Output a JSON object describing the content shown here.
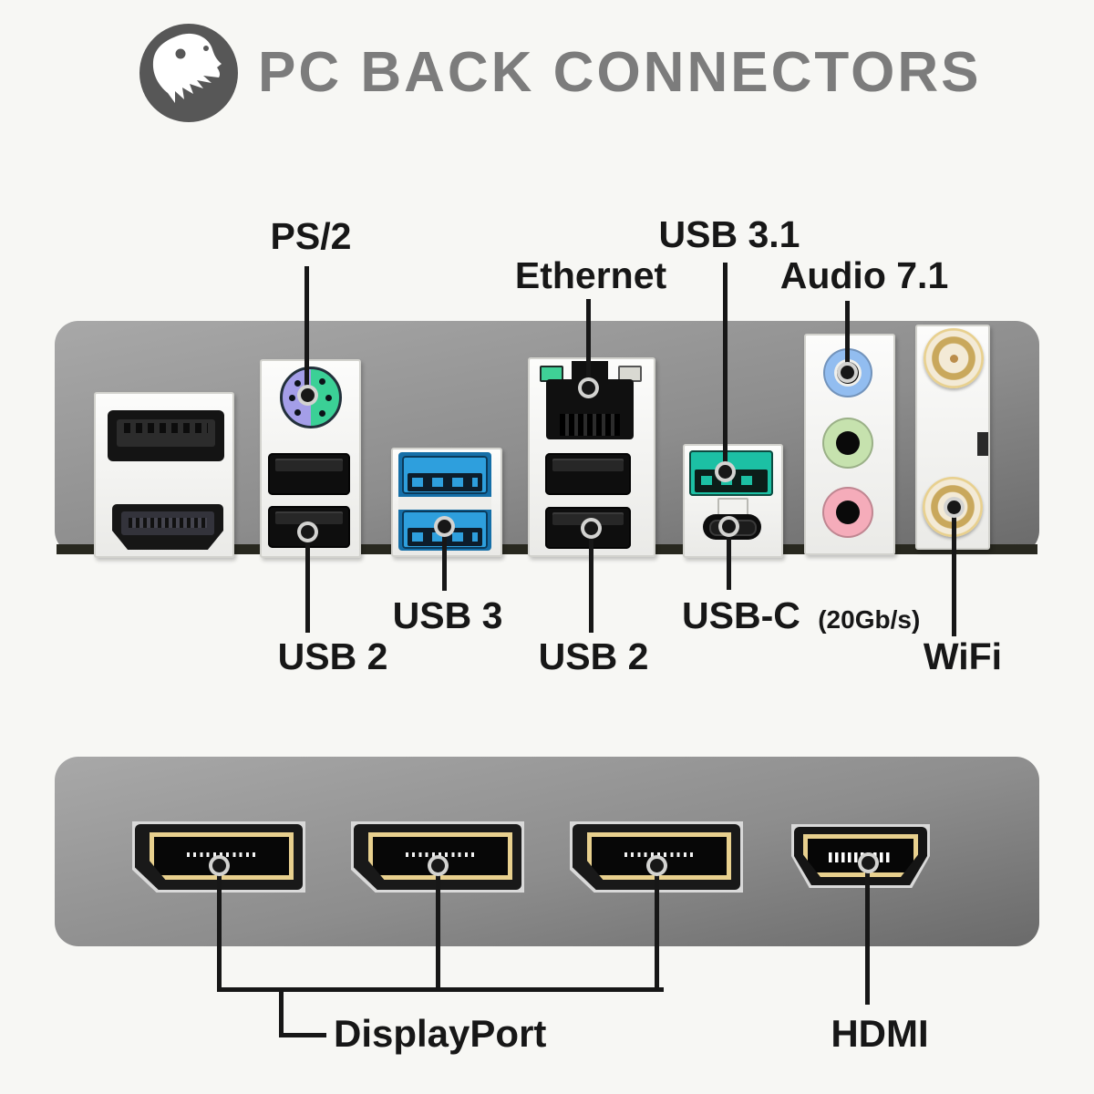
{
  "header": {
    "logo": "t-rex-skull",
    "title": "PC BACK CONNECTORS"
  },
  "labels": {
    "ps2": "PS/2",
    "ethernet": "Ethernet",
    "usb31": "USB 3.1",
    "audio71": "Audio 7.1",
    "usb2_left": "USB 2",
    "usb3": "USB 3",
    "usb2_mid": "USB 2",
    "usbc": "USB-C",
    "usbc_note": "(20Gb/s)",
    "wifi": "WiFi",
    "displayport": "DisplayPort",
    "hdmi": "HDMI"
  },
  "panels": {
    "top": {
      "ports": [
        "DisplayPort",
        "HDMI",
        "PS/2",
        "USB 2 x2",
        "USB 3 x2",
        "Ethernet",
        "USB 2 x2",
        "USB 3.1",
        "USB-C (20Gb/s)",
        "Audio 7.1 jacks (blue, green, pink)",
        "WiFi antenna x2"
      ]
    },
    "bottom": {
      "ports": [
        "DisplayPort",
        "DisplayPort",
        "DisplayPort",
        "HDMI"
      ]
    }
  },
  "colors": {
    "page_bg": "#f7f7f4",
    "panel_light": "#a8a8a8",
    "panel_dark": "#6a6a6a",
    "pcb": "#28281f",
    "block_edge": "#d2d2cd",
    "title_gray": "#7c7c7c",
    "logo_gray": "#575757",
    "ink": "#171717",
    "ps2_purple": "#a49ee8",
    "ps2_green": "#3bd096",
    "usb3_blue": "#2e9fdd",
    "usb3_deep": "#156fa8",
    "usb31_teal": "#1cc0a4",
    "audio_blue": "#92bdf0",
    "audio_green": "#c6e2ae",
    "audio_pink": "#f5acba",
    "gold": "#e8d08e",
    "gold_dark": "#c9a85c",
    "cream": "#f3ead6",
    "led_green": "#3fd096",
    "led_off": "#d9d9d2"
  }
}
